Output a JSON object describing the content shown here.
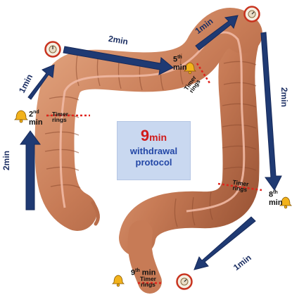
{
  "center": {
    "number": "9",
    "unit": "min",
    "line1": "withdrawal",
    "line2": "protocol"
  },
  "arrows": {
    "lower_left": "2min",
    "upper_left": "1min",
    "top": "2min",
    "top_right": "1min",
    "right": "2min",
    "bottom_right": "1min"
  },
  "markers": {
    "m2": {
      "num": "2",
      "suffix": "nd",
      "unit": "min"
    },
    "m5": {
      "num": "5",
      "suffix": "th",
      "unit": "min"
    },
    "m8": {
      "num": "8",
      "suffix": "th",
      "unit": "min"
    },
    "m9": {
      "num": "9",
      "suffix": "th",
      "unit": "min"
    }
  },
  "timer": {
    "line1": "Timer",
    "line2": "rings"
  },
  "colors": {
    "arrow": "#1f3a73",
    "timer_line": "#e0231b",
    "center_box": "#c9d8f0",
    "center_number": "#d11a1a",
    "center_text": "#2347a6"
  },
  "icons": [
    "clock-icon",
    "bell-icon"
  ]
}
